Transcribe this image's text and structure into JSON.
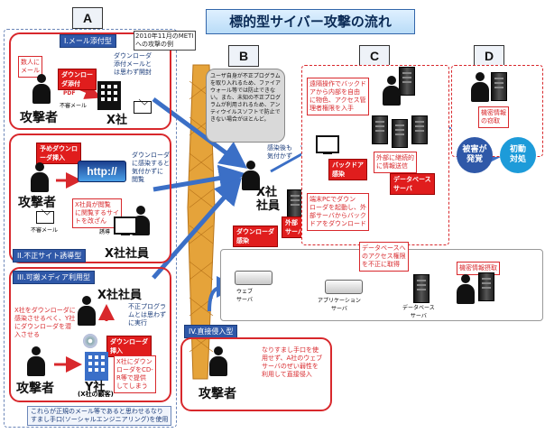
{
  "title": "標的型サイバー攻撃の流れ",
  "stages": {
    "a": "A",
    "b": "B",
    "c": "C",
    "d": "D"
  },
  "panel1": {
    "header": "I.メール添付型",
    "meti_note": "2010年11月のMETI\nへの攻撃の例",
    "mail_tag": "数人に\nメール",
    "download_tag": "ダウンロー\nダ添付",
    "pdf_label": "PDF",
    "fake_mail": "不審メール",
    "dl_note": "ダウンローダ\n添付メールと\nは思わず開封",
    "attacker": "攻撃者",
    "company": "X社"
  },
  "panel2": {
    "header": "II.不正サイト誘導型",
    "pre_tag": "予めダウンロ\nーダ挿入",
    "http": "http://",
    "infect_note": "ダウンローダ\nに感染すると\n気付かずに\n閲覧",
    "lure_note": "X社員が閲覧\nに関覧するサイ\nトを改ざん",
    "fake_mail": "不審メール",
    "lure": "誘導",
    "attacker": "攻撃者",
    "employee": "X社社員"
  },
  "panel3": {
    "header": "III.可搬メディア利用型",
    "employee": "X社社員",
    "infect_note": "X社をダウンローダに\n感染させるべく、Y社\nにダウンローダを潜\n入させる",
    "run_note": "不正プログラ\nムとは思わず\nに実行",
    "dl_tag": "ダウンローダ\n挿入",
    "ycorp_note": "X社にダウン\nローダをCD-\nR等で提供\nしてしまう",
    "attacker": "攻撃者",
    "ycorp": "Y社",
    "ycorp_sub": "(X社の顧客)"
  },
  "footer_note": "これらが正規のメール等であると思わせるなり\nすまし手口(ソーシャルエンジニアリング)を使用",
  "stage_b": {
    "note": "ユーザ自身が不正プログラムを取り入れるため、ファイアウォール等では防止できない。また、未知の不正プログラムが利用されるため、アンティウイルスソフトで防止できない場合がほとんど。",
    "unaware": "感染後も\n気付かず",
    "employee": "X社\n社員",
    "infect_tag": "ダウンローダ\n感染",
    "ext_server": "外部\nサーバ"
  },
  "stage_c": {
    "remote_note": "遠隔操作でバックド\nアから内部を自由\nに物色、アクセス管\n理者権限を入手",
    "backdoor_tag": "バックドア\n感染",
    "leak_note": "外部に継続的\nに情報送信",
    "db_server": "データベース\nサーバ",
    "terminal_note": "端末PCでダウン\nローダを起動し、外\n部サーバからバック\nドアをダウンロード"
  },
  "stage_d": {
    "steal_note": "機密情報\nの窃取",
    "damage": "被害が\n発覚",
    "response": "初動\n対処"
  },
  "direct": {
    "header": "IV.直接侵入型",
    "db_note": "データベースへ\nのアクセス権限\nを不正に取得",
    "extract_tag": "機密情報摂取",
    "web_server": "ウェブ\nサーバ",
    "app_server": "アプリケーション\nサーバ",
    "db_server": "データベース\nサーバ",
    "spoof_note": "なりすまし手口を使\n用せず、A社のウェブ\nサーバのぜい弱性を\n利用して直接侵入",
    "attacker": "攻撃者"
  },
  "colors": {
    "accent": "#2f58a8",
    "alert": "#d8282c",
    "damage": "#2f58a8",
    "response": "#1d9bd9"
  }
}
